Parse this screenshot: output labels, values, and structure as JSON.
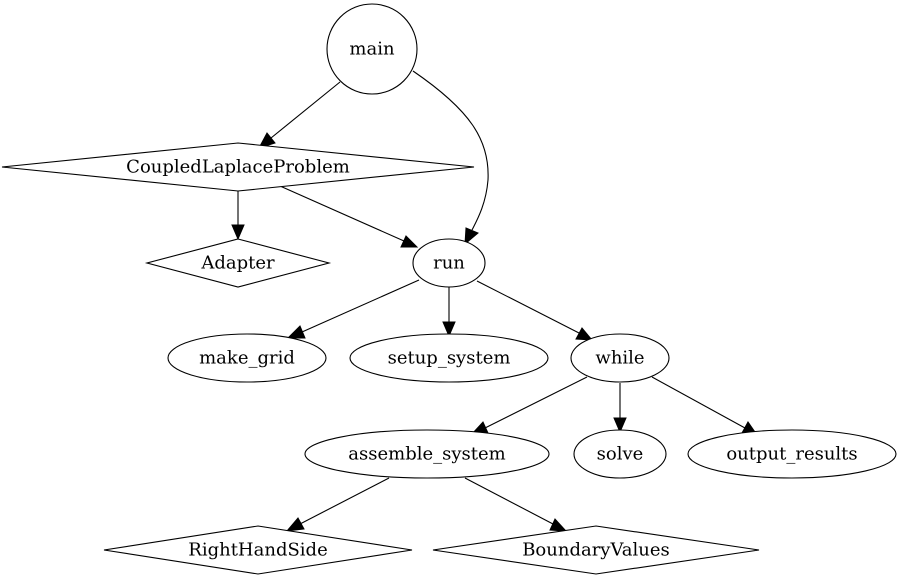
{
  "colors": {
    "background": "#ffffff",
    "stroke": "#000000",
    "text": "#000000"
  },
  "nodes": {
    "main": {
      "label": "main",
      "shape": "circle"
    },
    "coupled": {
      "label": "CoupledLaplaceProblem",
      "shape": "diamond"
    },
    "adapter": {
      "label": "Adapter",
      "shape": "diamond"
    },
    "run": {
      "label": "run",
      "shape": "ellipse"
    },
    "make_grid": {
      "label": "make_grid",
      "shape": "ellipse"
    },
    "setup_system": {
      "label": "setup_system",
      "shape": "ellipse"
    },
    "while": {
      "label": "while",
      "shape": "ellipse"
    },
    "assemble_system": {
      "label": "assemble_system",
      "shape": "ellipse"
    },
    "solve": {
      "label": "solve",
      "shape": "ellipse"
    },
    "output_results": {
      "label": "output_results",
      "shape": "ellipse"
    },
    "rhs": {
      "label": "RightHandSide",
      "shape": "diamond"
    },
    "boundary": {
      "label": "BoundaryValues",
      "shape": "diamond"
    }
  },
  "edges": [
    {
      "from": "main",
      "to": "coupled"
    },
    {
      "from": "main",
      "to": "run"
    },
    {
      "from": "coupled",
      "to": "adapter"
    },
    {
      "from": "coupled",
      "to": "run"
    },
    {
      "from": "run",
      "to": "make_grid"
    },
    {
      "from": "run",
      "to": "setup_system"
    },
    {
      "from": "run",
      "to": "while"
    },
    {
      "from": "while",
      "to": "assemble_system"
    },
    {
      "from": "while",
      "to": "solve"
    },
    {
      "from": "while",
      "to": "output_results"
    },
    {
      "from": "assemble_system",
      "to": "rhs"
    },
    {
      "from": "assemble_system",
      "to": "boundary"
    }
  ]
}
